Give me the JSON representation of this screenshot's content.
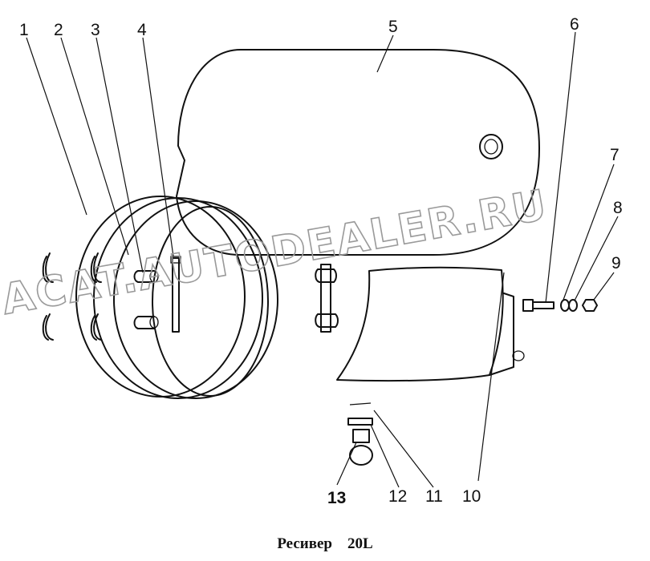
{
  "diagram": {
    "callouts": [
      "1",
      "2",
      "3",
      "4",
      "5",
      "6",
      "7",
      "8",
      "9",
      "10",
      "11",
      "12",
      "13"
    ],
    "watermark": "ACAT.AUTODEALER.RU"
  },
  "caption": {
    "title": "Ресивер",
    "volume": "20L"
  }
}
